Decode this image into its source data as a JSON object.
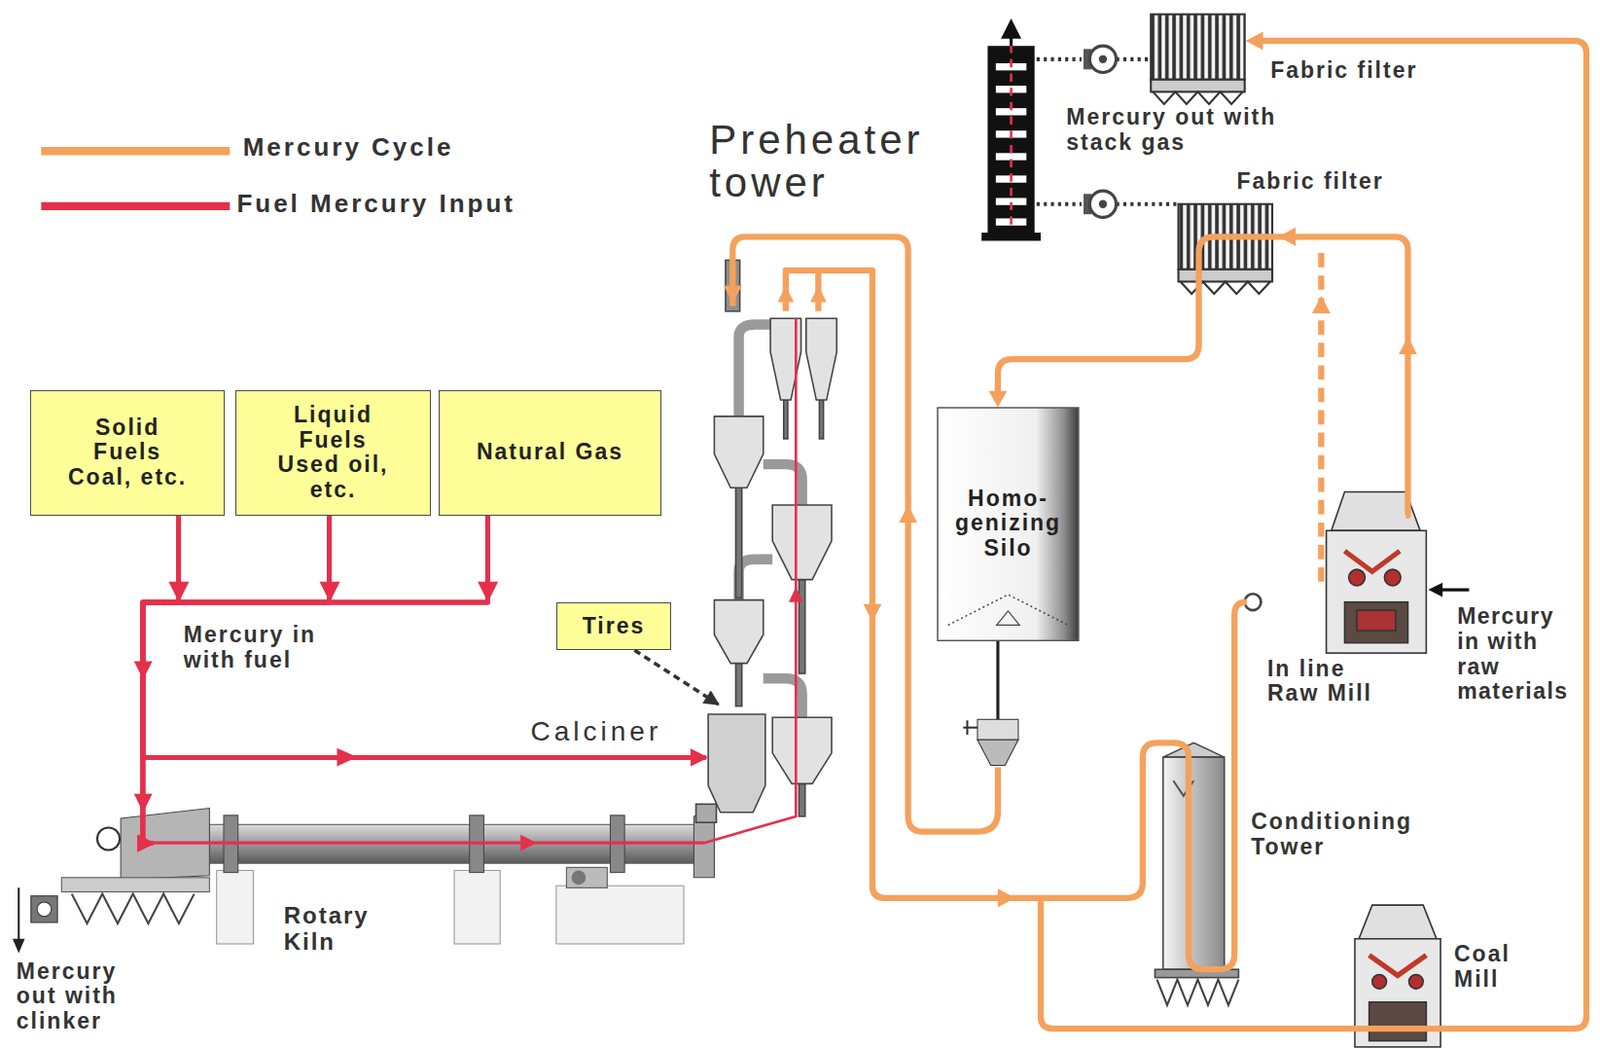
{
  "diagram": {
    "nodes": [
      {
        "text": [
          "Solid Fuels Coal, etc."
        ]
      },
      {
        "text": [
          "Liquid Fuels Used oil, etc."
        ]
      },
      {
        "text": [
          "Natural Gas"
        ]
      },
      {
        "text": [
          "Homo- genizing Silo"
        ]
      },
      {
        "text": [
          "Tires"
        ]
      },
      {
        "text": [
          "Calciner"
        ]
      },
      {
        "text": [
          "Rotary Kiln"
        ]
      }
    ],
    "edges": [
      {
        "from": 0,
        "to": 6,
        "arrow": "to"
      },
      {
        "from": 1,
        "to": 6,
        "arrow": "to"
      },
      {
        "from": 2,
        "to": 6,
        "arrow": "to"
      },
      {
        "from": 0,
        "to": 5,
        "arrow": "to"
      },
      {
        "from": 1,
        "to": 5,
        "arrow": "to"
      },
      {
        "from": 2,
        "to": 5,
        "arrow": "to"
      },
      {
        "from": 4,
        "to": 5,
        "arrow": "to"
      }
    ],
    "labels": [
      "Fabric filter",
      "Mercury out with stack gas",
      "Preheater tower",
      "Fabric filter",
      "Mercury in with raw materials",
      "Mercury in with fuel",
      "In line Raw Mill",
      "Conditioning Tower",
      "Coal Mill",
      "Mercury out with clinker"
    ],
    "legend": [
      {
        "text": "Mercury Cycle"
      },
      {
        "text": "Fuel Mercury Input"
      }
    ]
  }
}
